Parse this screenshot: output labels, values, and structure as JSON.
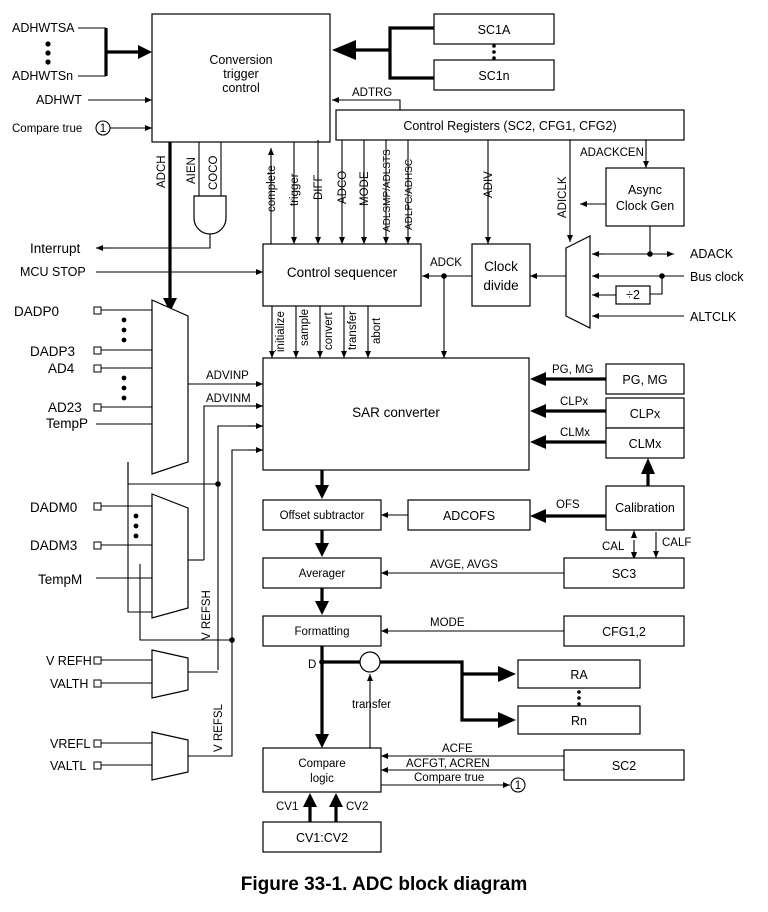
{
  "figure": {
    "caption": "Figure 33-1. ADC block diagram"
  },
  "blocks": {
    "conversion_trigger": [
      "Conversion",
      "trigger",
      "control"
    ],
    "sc1a": "SC1A",
    "sc1n": "SC1n",
    "control_registers": "Control Registers (SC2, CFG1, CFG2)",
    "async_clock_gen": [
      "Async",
      "Clock Gen"
    ],
    "control_sequencer": "Control sequencer",
    "clock_divide": [
      "Clock",
      "divide"
    ],
    "div2": "÷2",
    "sar_converter": "SAR converter",
    "pg_mg": "PG, MG",
    "clpx": "CLPx",
    "clmx": "CLMx",
    "calibration": "Calibration",
    "offset_subtractor": "Offset subtractor",
    "adcofs": "ADCOFS",
    "averager": "Averager",
    "sc3": "SC3",
    "formatting": "Formatting",
    "cfg12": "CFG1,2",
    "ra": "RA",
    "rn": "Rn",
    "compare_logic": [
      "Compare",
      "logic"
    ],
    "sc2": "SC2",
    "cv1cv2": "CV1:CV2"
  },
  "inputs": {
    "adhwtsa": "ADHWTSA",
    "adhwtsn": "ADHWTSn",
    "adhwt": "ADHWT",
    "compare_true": "Compare true",
    "interrupt": "Interrupt",
    "mcu_stop": "MCU STOP",
    "dadp0": "DADP0",
    "dadp3": "DADP3",
    "ad4": "AD4",
    "ad23": "AD23",
    "tempp": "TempP",
    "dadm0": "DADM0",
    "dadm3": "DADM3",
    "tempm": "TempM",
    "vrefh": "V REFH",
    "valth": "VALTH",
    "vrefl": "VREFL",
    "valtl": "VALTL",
    "adack": "ADACK",
    "bus_clock": "Bus clock",
    "altclk": "ALTCLK"
  },
  "signals": {
    "adtrg": "ADTRG",
    "adch": "ADCH",
    "aien": "AIEN",
    "coco": "COCO",
    "complete": "complete",
    "trigger": "trigger",
    "diff": "DIFF",
    "adco": "ADCO",
    "mode": "MODE",
    "adlsmp": "ADLSMP/ADLSTS",
    "adlpc": "ADLPC/ADHSC",
    "adiv": "ADIV",
    "adiclk": "ADICLK",
    "adackcen": "ADACKCEN",
    "adck": "ADCK",
    "initialize": "initialize",
    "sample": "sample",
    "convert": "convert",
    "transfer": "transfer",
    "abort": "abort",
    "advinp": "ADVINP",
    "advinm": "ADVINM",
    "vrefsh": "V REFSH",
    "vrefsl": "V REFSL",
    "pg_mg_bus": "PG, MG",
    "clpx_bus": "CLPx",
    "clmx_bus": "CLMx",
    "ofs": "OFS",
    "cal": "CAL",
    "calf": "CALF",
    "avge_avgs": "AVGE, AVGS",
    "mode2": "MODE",
    "d": "D",
    "transfer2": "transfer",
    "acfe": "ACFE",
    "acfgt_acren": "ACFGT, ACREN",
    "compare_true2": "Compare true",
    "cv1": "CV1",
    "cv2": "CV2",
    "one": "1"
  }
}
